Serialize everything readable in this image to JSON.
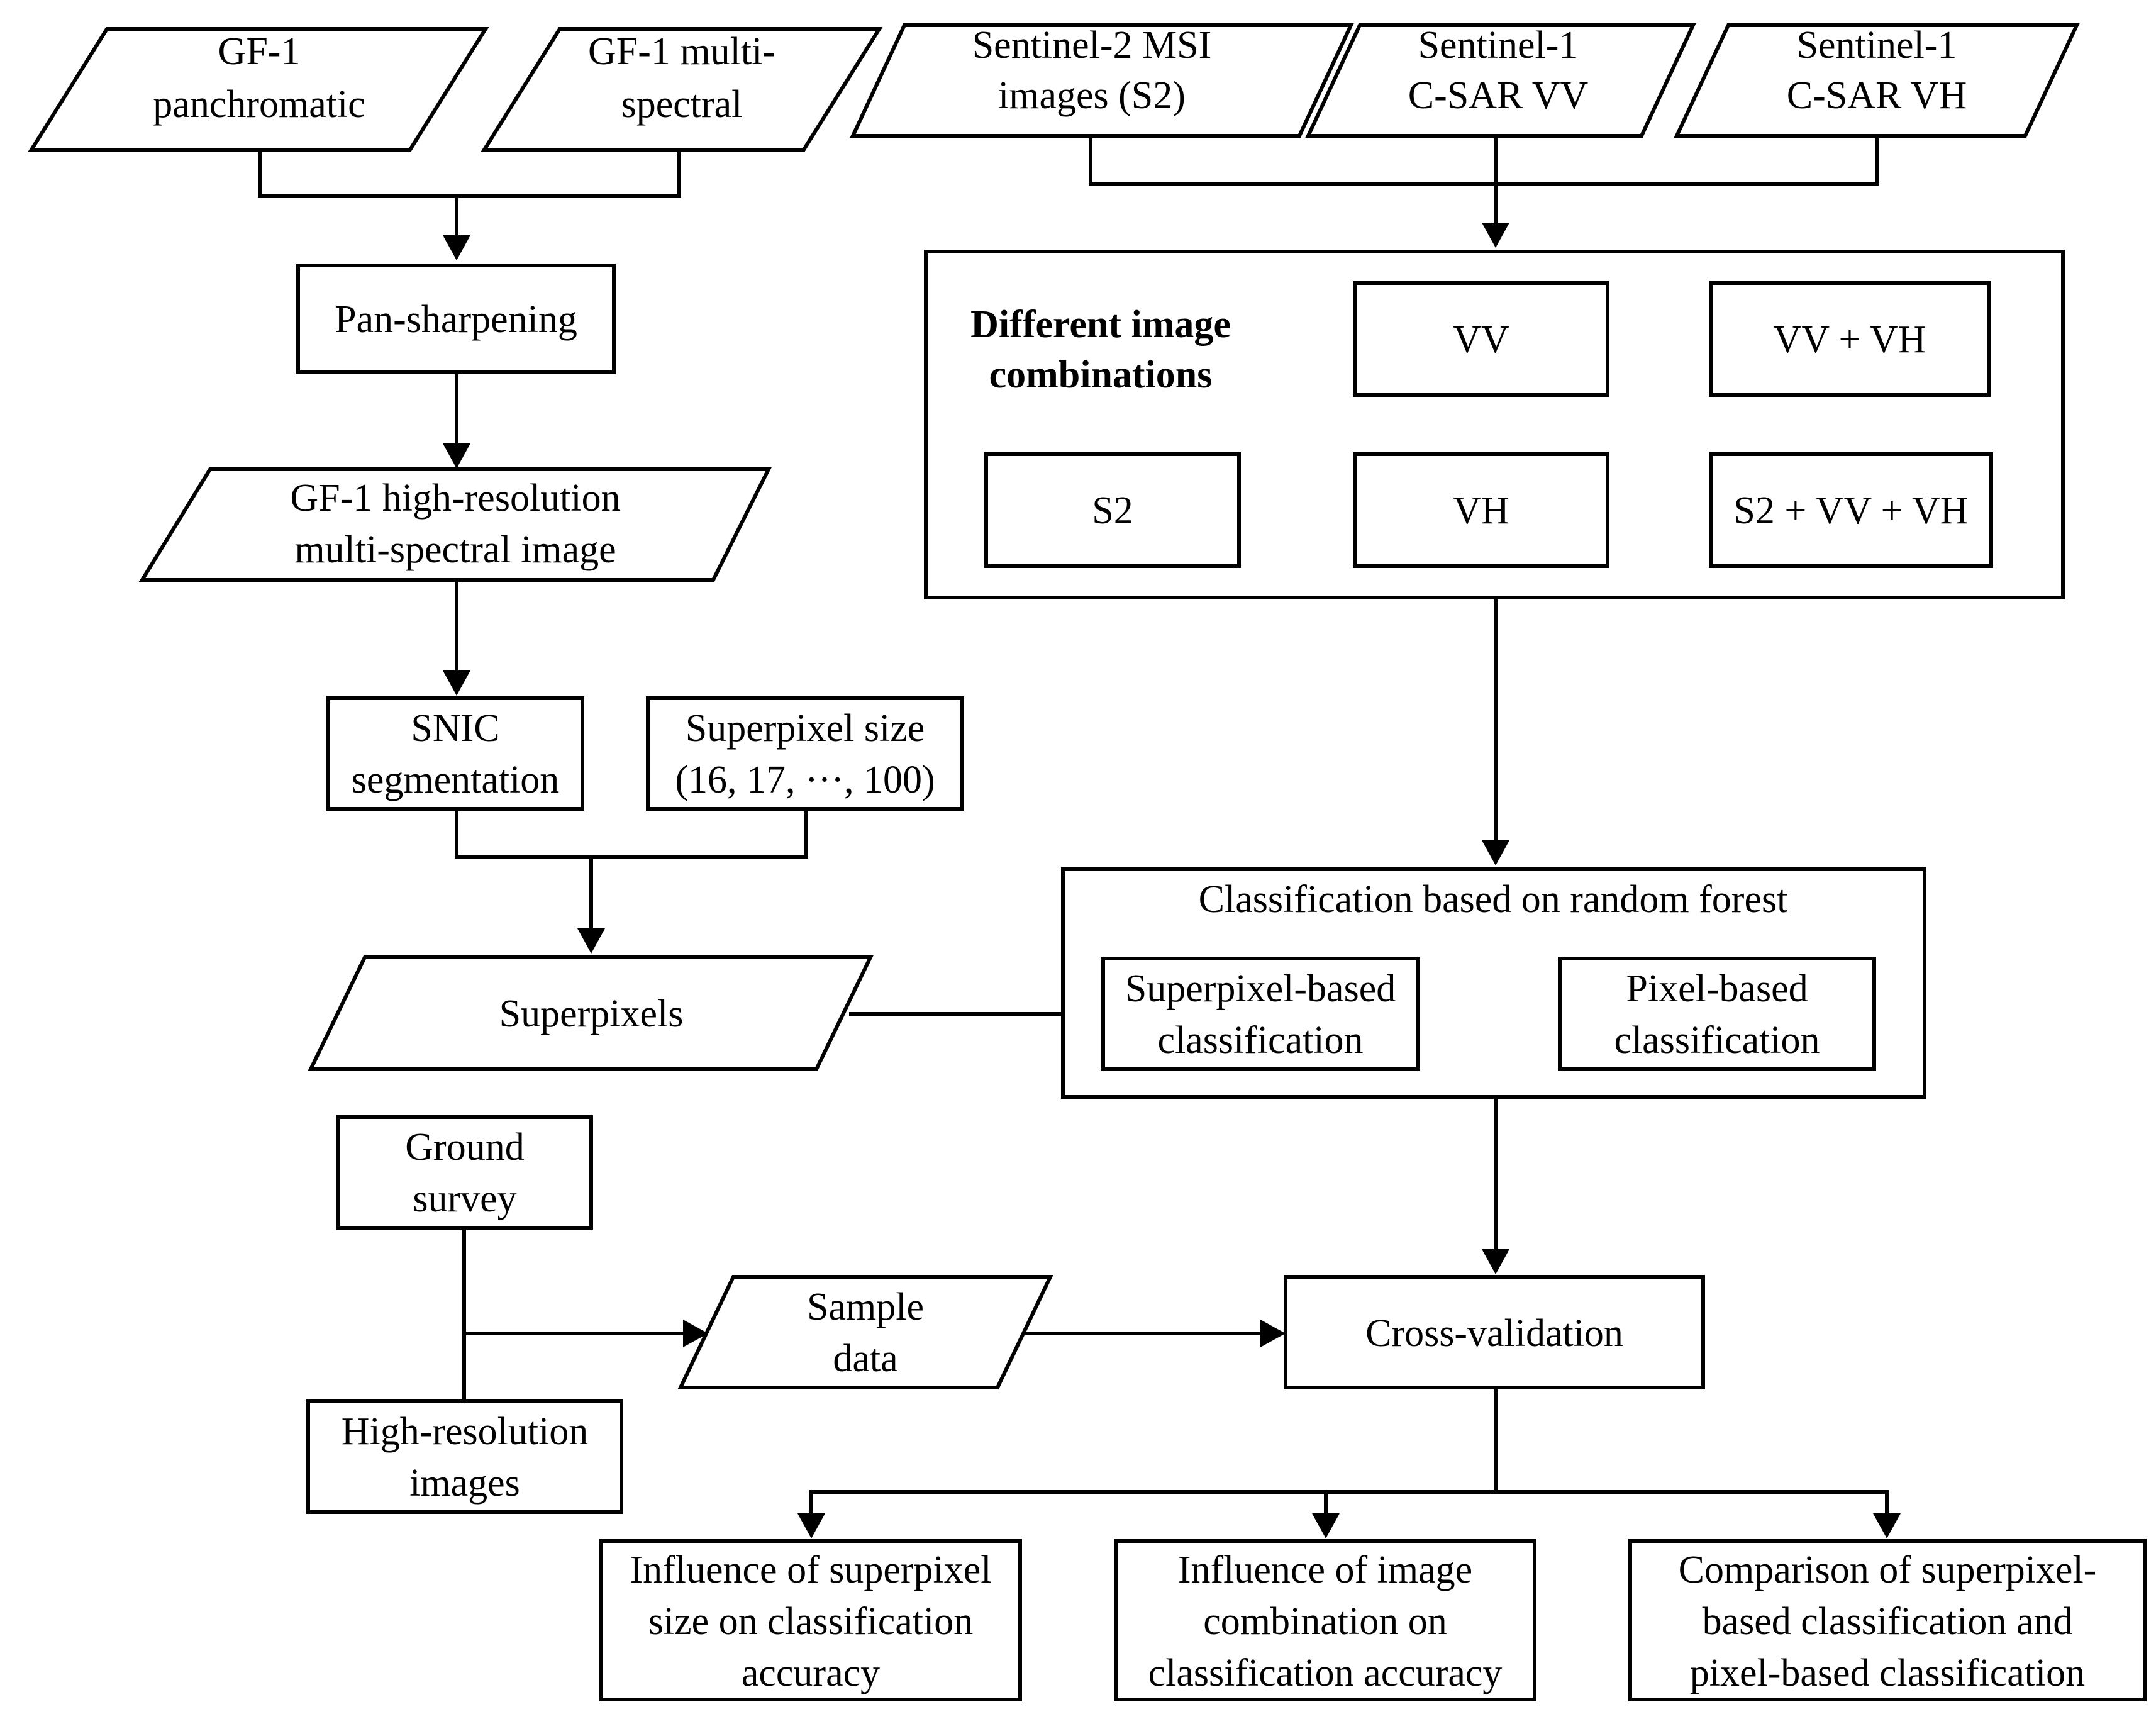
{
  "nodes": {
    "gf1_pan": [
      "GF-1",
      "panchromatic"
    ],
    "gf1_ms": [
      "GF-1 multi-",
      "spectral"
    ],
    "s2_msi": [
      "Sentinel-2 MSI",
      "images (S2)"
    ],
    "s1_vv": [
      "Sentinel-1",
      "C-SAR VV"
    ],
    "s1_vh": [
      "Sentinel-1",
      "C-SAR VH"
    ],
    "pan_sharpening": [
      "Pan-sharpening"
    ],
    "gf1_hr": [
      "GF-1 high-resolution",
      "multi-spectral image"
    ],
    "combinations_title": [
      "Different image",
      "combinations"
    ],
    "combo_vv": [
      "VV"
    ],
    "combo_vv_vh": [
      "VV + VH"
    ],
    "combo_s2": [
      "S2"
    ],
    "combo_vh": [
      "VH"
    ],
    "combo_s2_vv_vh": [
      "S2 + VV + VH"
    ],
    "snic": [
      "SNIC",
      "segmentation"
    ],
    "superpixel_size": [
      "Superpixel size",
      "(16, 17, ···, 100)"
    ],
    "superpixels": [
      "Superpixels"
    ],
    "rf_title": [
      "Classification based on random forest"
    ],
    "superpixel_based": [
      "Superpixel-based",
      "classification"
    ],
    "pixel_based": [
      "Pixel-based",
      "classification"
    ],
    "ground_survey": [
      "Ground",
      "survey"
    ],
    "hr_images": [
      "High-resolution",
      "images"
    ],
    "sample_data": [
      "Sample",
      "data"
    ],
    "cross_validation": [
      "Cross-validation"
    ],
    "out_size": [
      "Influence of superpixel",
      "size on classification",
      "accuracy"
    ],
    "out_combo": [
      "Influence of image",
      "combination on",
      "classification accuracy"
    ],
    "out_compare": [
      "Comparison of superpixel-",
      "based classification and",
      "pixel-based classification"
    ]
  }
}
